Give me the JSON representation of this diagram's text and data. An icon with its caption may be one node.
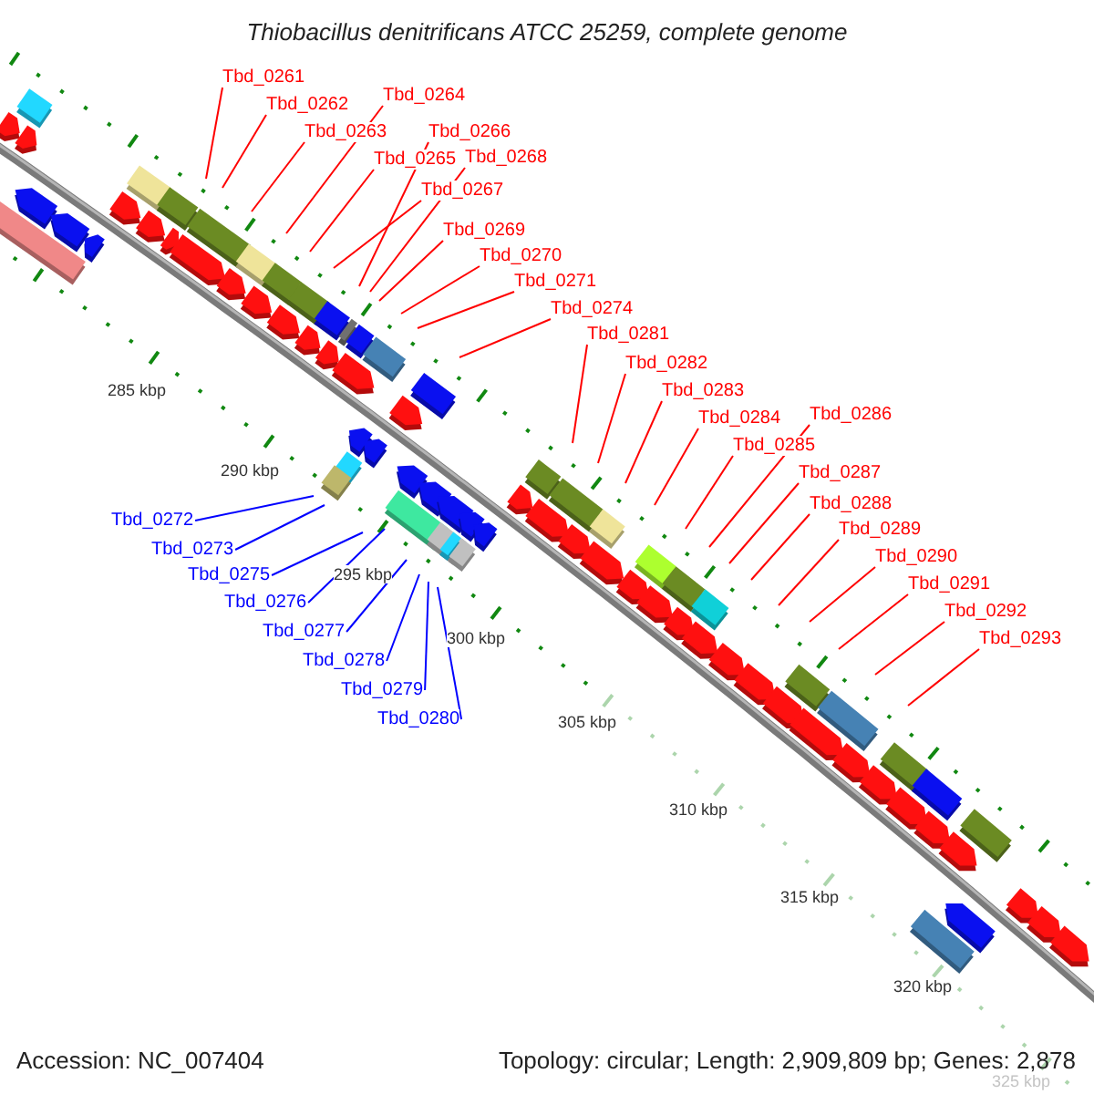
{
  "diagram": {
    "title": "Thiobacillus denitrificans ATCC 25259, complete genome",
    "nodes": [
      {
        "text": [
          "Tbd_0261"
        ]
      },
      {
        "text": [
          "Tbd_0262"
        ]
      },
      {
        "text": [
          "Tbd_0263"
        ]
      },
      {
        "text": [
          "Tbd_0264"
        ]
      },
      {
        "text": [
          "Tbd_0265"
        ]
      },
      {
        "text": [
          "Tbd_0266"
        ]
      },
      {
        "text": [
          "Tbd_0267"
        ]
      },
      {
        "text": [
          "Tbd_0268"
        ]
      },
      {
        "text": [
          "Tbd_0269"
        ]
      },
      {
        "text": [
          "Tbd_0270"
        ]
      },
      {
        "text": [
          "Tbd_0271"
        ]
      },
      {
        "text": [
          "Tbd_0274"
        ]
      },
      {
        "text": [
          "Tbd_0281"
        ]
      },
      {
        "text": [
          "Tbd_0282"
        ]
      },
      {
        "text": [
          "Tbd_0283"
        ]
      },
      {
        "text": [
          "Tbd_0284"
        ]
      },
      {
        "text": [
          "Tbd_0285"
        ]
      },
      {
        "text": [
          "Tbd_0286"
        ]
      },
      {
        "text": [
          "Tbd_0287"
        ]
      },
      {
        "text": [
          "Tbd_0288"
        ]
      },
      {
        "text": [
          "Tbd_0289"
        ]
      },
      {
        "text": [
          "Tbd_0290"
        ]
      },
      {
        "text": [
          "Tbd_0291"
        ]
      },
      {
        "text": [
          "Tbd_0292"
        ]
      },
      {
        "text": [
          "Tbd_0293"
        ]
      },
      {
        "text": [
          "Tbd_0272"
        ]
      },
      {
        "text": [
          "Tbd_0273"
        ]
      },
      {
        "text": [
          "Tbd_0275"
        ]
      },
      {
        "text": [
          "Tbd_0276"
        ]
      },
      {
        "text": [
          "Tbd_0277"
        ]
      },
      {
        "text": [
          "Tbd_0278"
        ]
      },
      {
        "text": [
          "Tbd_0279"
        ]
      },
      {
        "text": [
          "Tbd_0280"
        ]
      }
    ],
    "edges": [
      {
        "from": 0,
        "to": null,
        "arrow": "none"
      },
      {
        "from": 1,
        "to": null,
        "arrow": "none"
      },
      {
        "from": 2,
        "to": null,
        "arrow": "none"
      },
      {
        "from": 3,
        "to": null,
        "arrow": "none"
      },
      {
        "from": 4,
        "to": null,
        "arrow": "none"
      },
      {
        "from": 5,
        "to": null,
        "arrow": "none"
      },
      {
        "from": 6,
        "to": null,
        "arrow": "none"
      },
      {
        "from": 7,
        "to": null,
        "arrow": "none"
      },
      {
        "from": 8,
        "to": null,
        "arrow": "none"
      },
      {
        "from": 9,
        "to": null,
        "arrow": "none"
      },
      {
        "from": 10,
        "to": null,
        "arrow": "none"
      },
      {
        "from": 11,
        "to": null,
        "arrow": "none"
      },
      {
        "from": 12,
        "to": null,
        "arrow": "none"
      },
      {
        "from": 13,
        "to": null,
        "arrow": "none"
      },
      {
        "from": 14,
        "to": null,
        "arrow": "none"
      },
      {
        "from": 15,
        "to": null,
        "arrow": "none"
      },
      {
        "from": 16,
        "to": null,
        "arrow": "none"
      },
      {
        "from": 17,
        "to": null,
        "arrow": "none"
      },
      {
        "from": 18,
        "to": null,
        "arrow": "none"
      },
      {
        "from": 19,
        "to": null,
        "arrow": "none"
      },
      {
        "from": 20,
        "to": null,
        "arrow": "none"
      },
      {
        "from": 21,
        "to": null,
        "arrow": "none"
      },
      {
        "from": 22,
        "to": null,
        "arrow": "none"
      },
      {
        "from": 23,
        "to": null,
        "arrow": "none"
      },
      {
        "from": 24,
        "to": null,
        "arrow": "none"
      },
      {
        "from": 25,
        "to": null,
        "arrow": "none",
        "color": "#0000ff"
      },
      {
        "from": 26,
        "to": null,
        "arrow": "none",
        "color": "#0000ff"
      },
      {
        "from": 27,
        "to": null,
        "arrow": "none",
        "color": "#0000ff"
      },
      {
        "from": 28,
        "to": null,
        "arrow": "none",
        "color": "#0000ff"
      },
      {
        "from": 29,
        "to": null,
        "arrow": "none",
        "color": "#0000ff"
      },
      {
        "from": 30,
        "to": null,
        "arrow": "none",
        "color": "#0000ff"
      },
      {
        "from": 31,
        "to": null,
        "arrow": "none",
        "color": "#0000ff"
      },
      {
        "from": 32,
        "to": null,
        "arrow": "none",
        "color": "#0000ff"
      }
    ],
    "labels": [
      "285 kbp",
      "290 kbp",
      "295 kbp",
      "300 kbp",
      "305 kbp",
      "310 kbp",
      "315 kbp",
      "320 kbp",
      "325 kbp",
      "Accession: NC_007404",
      "Topology: circular; Length: 2,909,809 bp; Genes: 2,878"
    ]
  }
}
